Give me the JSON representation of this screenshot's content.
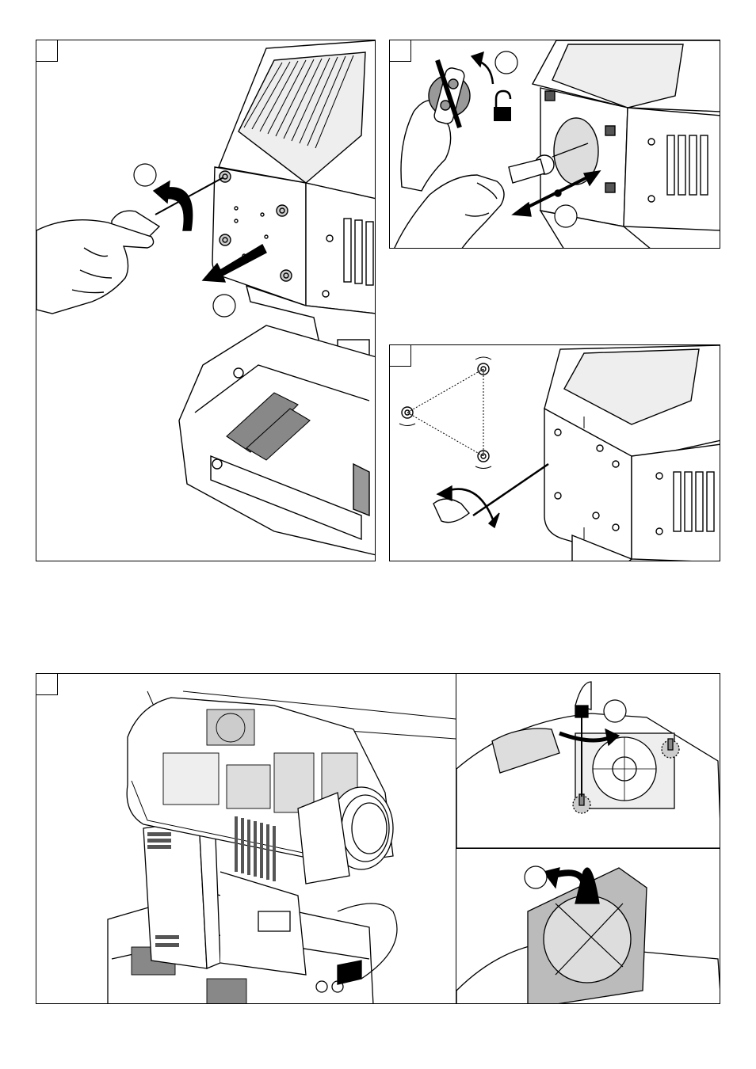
{
  "page": {
    "panels": [
      {
        "id": "p1",
        "step": ""
      },
      {
        "id": "p2",
        "step": ""
      },
      {
        "id": "p3",
        "step": ""
      },
      {
        "id": "p4",
        "step": ""
      }
    ]
  },
  "callouts": {
    "p1_a": "",
    "p1_b": "",
    "p2_a": "",
    "p2_b": "",
    "p4_a": "",
    "p4_b": ""
  },
  "icons": {
    "padlock": "padlock-icon",
    "rotate": "rotate-arrow-icon",
    "pull": "pull-arrow-icon",
    "double": "double-arrow-icon"
  },
  "colors": {
    "line": "#000000",
    "fill_light": "#d9d9d9",
    "fill_dark": "#555555"
  }
}
